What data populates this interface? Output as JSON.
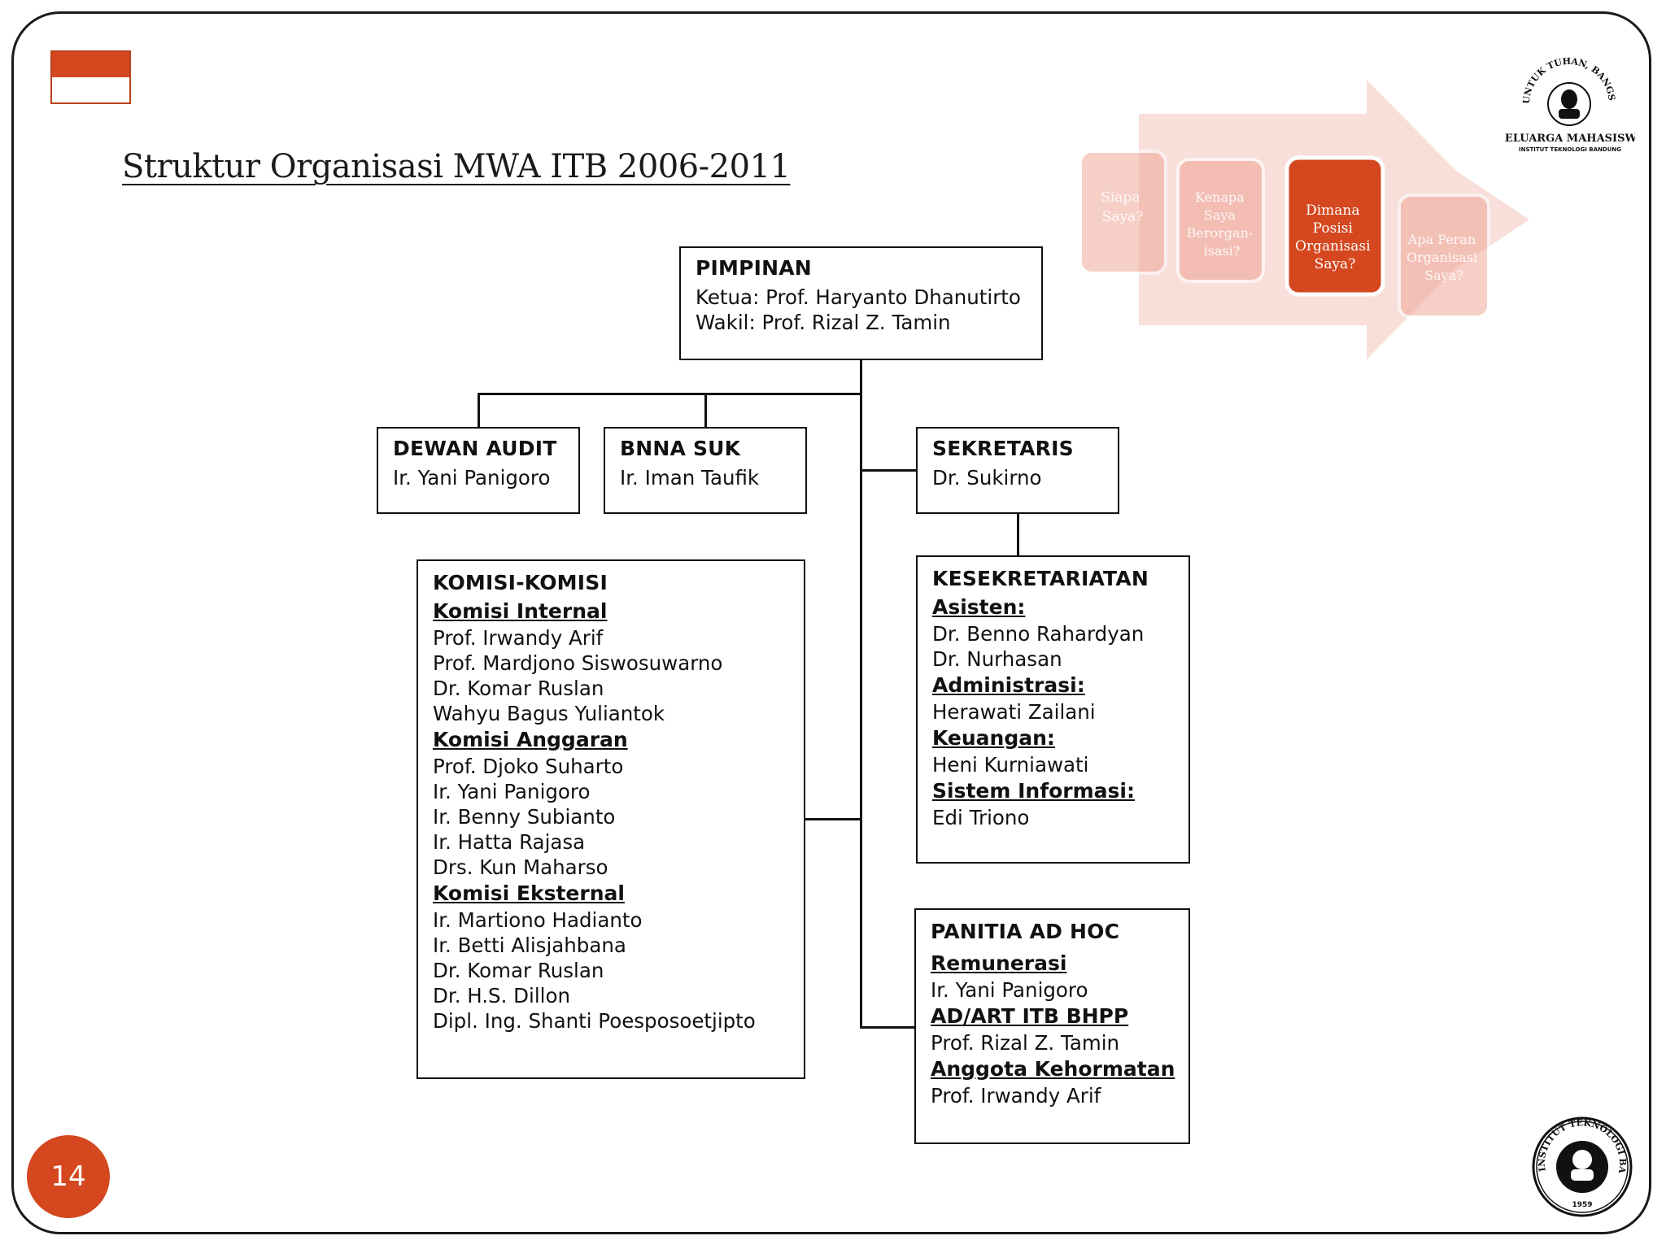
{
  "slide": {
    "title": "Struktur Organisasi MWA ITB 2006-2011",
    "page_number": "14"
  },
  "arrow_graphic": {
    "steps": [
      "Siapa Saya?",
      "Kenapa Saya Berorgan-isasi?",
      "Dimana Posisi Organisasi Saya?",
      "Apa Peran Organisasi Saya?"
    ],
    "active_step": 2
  },
  "logos": {
    "km_ring_text": "UNTUK TUHAN, BANGSA DAN ALMAMATER",
    "km_name": "KELUARGA MAHASISWA",
    "km_sub": "INSTITUT TEKNOLOGI BANDUNG",
    "itb_ring_text": "INSTITUT TEKNOLOGI BANDUNG",
    "itb_year": "1959"
  },
  "org": {
    "pimpinan": {
      "title": "PIMPINAN",
      "lines": [
        "Ketua: Prof. Haryanto Dhanutirto",
        "Wakil: Prof. Rizal Z. Tamin"
      ]
    },
    "dewan_audit": {
      "title": "DEWAN AUDIT",
      "lines": [
        "Ir. Yani Panigoro"
      ]
    },
    "bnna_suk": {
      "title": "BNNA SUK",
      "lines": [
        "Ir. Iman Taufik"
      ]
    },
    "sekretaris": {
      "title": "SEKRETARIS",
      "lines": [
        "Dr. Sukirno"
      ]
    },
    "komisi": {
      "title": "KOMISI-KOMISI",
      "groups": [
        {
          "name": "Komisi Internal",
          "members": [
            "Prof. Irwandy Arif",
            "Prof. Mardjono Siswosuwarno",
            "Dr. Komar Ruslan",
            "Wahyu Bagus Yuliantok"
          ]
        },
        {
          "name": "Komisi Anggaran",
          "members": [
            "Prof. Djoko Suharto",
            "Ir. Yani Panigoro",
            "Ir. Benny Subianto",
            "Ir. Hatta Rajasa",
            "Drs. Kun Maharso"
          ]
        },
        {
          "name": "Komisi Eksternal",
          "members": [
            "Ir. Martiono Hadianto",
            "Ir. Betti Alisjahbana",
            "Dr. Komar Ruslan",
            "Dr. H.S. Dillon",
            "Dipl. Ing. Shanti Poesposoetjipto"
          ]
        }
      ]
    },
    "kesekretariatan": {
      "title": "KESEKRETARIATAN",
      "groups": [
        {
          "name": "Asisten:",
          "members": [
            "Dr. Benno Rahardyan",
            "Dr. Nurhasan"
          ]
        },
        {
          "name": "Administrasi:",
          "members": [
            "Herawati Zailani"
          ]
        },
        {
          "name": "Keuangan:",
          "members": [
            "Heni Kurniawati"
          ]
        },
        {
          "name": "Sistem Informasi:",
          "members": [
            "Edi Triono"
          ]
        }
      ]
    },
    "panitia": {
      "title": "PANITIA AD HOC",
      "groups": [
        {
          "name": "Remunerasi",
          "members": [
            "Ir. Yani Panigoro"
          ]
        },
        {
          "name": "AD/ART ITB BHPP",
          "members": [
            "Prof. Rizal Z. Tamin"
          ]
        },
        {
          "name": "Anggota Kehormatan",
          "members": [
            "Prof. Irwandy Arif"
          ]
        }
      ]
    }
  },
  "colors": {
    "accent": "#d4471f",
    "line": "#111111"
  }
}
